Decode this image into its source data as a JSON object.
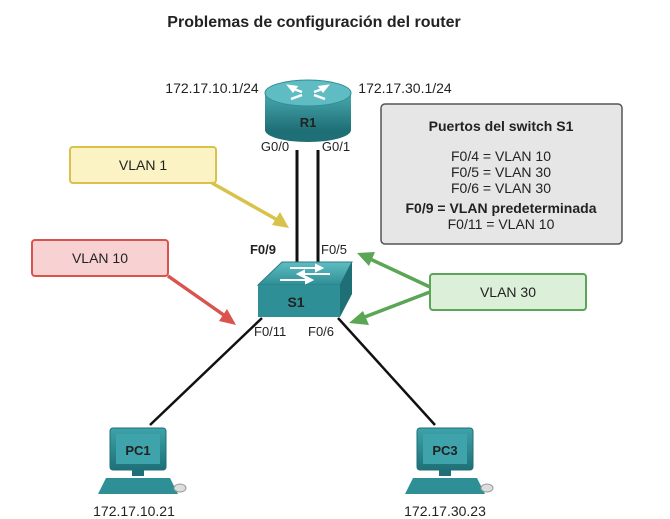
{
  "title": "Problemas de configuración del router",
  "router": {
    "name": "R1",
    "ip_left": "172.17.10.1/24",
    "ip_right": "172.17.30.1/24",
    "port_left": "G0/0",
    "port_right": "G0/1"
  },
  "switch": {
    "name": "S1",
    "port_f09": "F0/9",
    "port_f05": "F0/5",
    "port_f011": "F0/11",
    "port_f06": "F0/6"
  },
  "callouts": {
    "vlan1": "VLAN 1",
    "vlan10": "VLAN 10",
    "vlan30": "VLAN 30"
  },
  "ports_box": {
    "title": "Puertos del switch S1",
    "lines": [
      "F0/4 = VLAN 10",
      "F0/5 = VLAN 30",
      "F0/6 = VLAN 30",
      "F0/9 = VLAN predeterminada",
      "F0/11 = VLAN 10"
    ]
  },
  "pcs": [
    {
      "name": "PC1",
      "ip": "172.17.10.21"
    },
    {
      "name": "PC3",
      "ip": "172.17.30.23"
    }
  ],
  "colors": {
    "teal": "#2f8f96",
    "teal_dark": "#1f6f76",
    "highlight": "#f08a24",
    "yellow_box": "#fbf3c4",
    "yellow_border": "#d8c24a",
    "red_box": "#f8d2d2",
    "red_border": "#d9534f",
    "green_box": "#dcefd9",
    "green_border": "#5aa655",
    "gray_box": "#e6e6e6"
  }
}
